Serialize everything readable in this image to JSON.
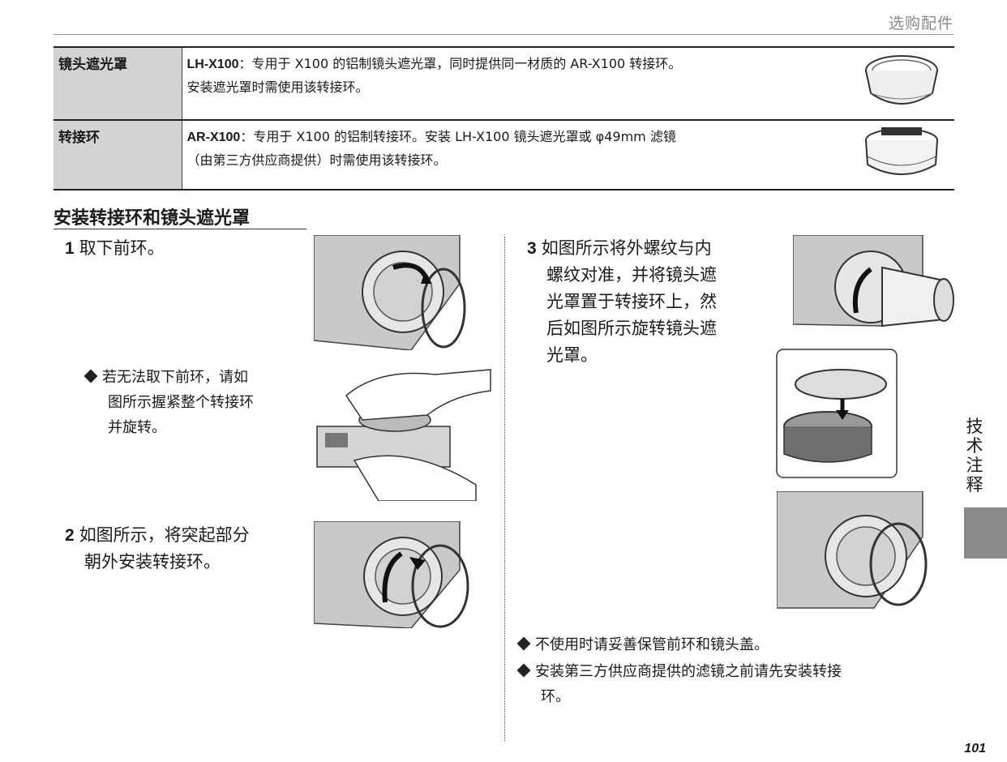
{
  "header": {
    "title": "选购配件"
  },
  "accessories": [
    {
      "name": "镜头遮光罩",
      "model": "LH-X100",
      "line1": "：专用于 X100 的铝制镜头遮光罩，同时提供同一材质的 AR-X100 转接环。",
      "line2": "安装遮光罩时需使用该转接环。",
      "icon": "lens-hood-icon"
    },
    {
      "name": "转接环",
      "model": "AR-X100",
      "line1": "：专用于 X100 的铝制转接环。安装 LH-X100 镜头遮光罩或 φ49mm 滤镜",
      "line2": "（由第三方供应商提供）时需使用该转接环。",
      "icon": "adapter-ring-icon"
    }
  ],
  "section": {
    "title": "安装转接环和镜头遮光罩"
  },
  "steps": [
    {
      "num": "1",
      "lines": [
        "取下前环。"
      ]
    },
    {
      "num": "2",
      "lines": [
        "如图所示，将突起部分",
        "朝外安装转接环。"
      ]
    },
    {
      "num": "3",
      "lines": [
        "如图所示将外螺纹与内",
        "螺纹对准，并将镜头遮",
        "光罩置于转接环上，然",
        "后如图所示旋转镜头遮",
        "光罩。"
      ]
    }
  ],
  "notes": {
    "step1": [
      "若无法取下前环，请如",
      "图所示握紧整个转接环",
      "并旋转。"
    ],
    "bottom1": [
      "不使用时请妥善保管前环和镜头盖。"
    ],
    "bottom2": [
      "安装第三方供应商提供的滤镜之前请先安装转接",
      "环。"
    ]
  },
  "side_tab": {
    "label": "技术注释"
  },
  "page_number": "101"
}
